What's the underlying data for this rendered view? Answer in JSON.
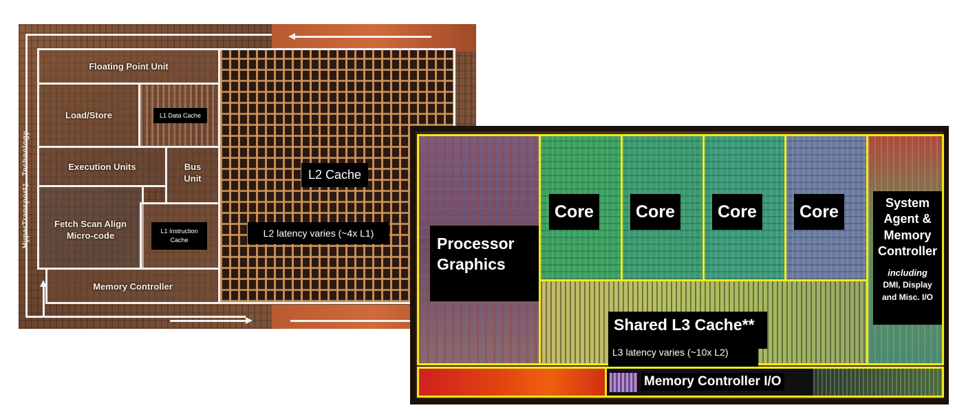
{
  "left_die": {
    "side_label": "HyperTransport™ Technology",
    "blocks": {
      "fpu": "Floating Point Unit",
      "load_store": "Load/Store",
      "l1_data": "L1 Data Cache",
      "execution_units": "Execution Units",
      "bus_unit": "Bus\nUnit",
      "fetch": "Fetch Scan Align\nMicro-code",
      "l1_instruction": "L1 Instruction\nCache",
      "memory_controller": "Memory Controller",
      "l2_cache": "L2 Cache",
      "l2_latency": "L2 latency varies (~4x L1)"
    }
  },
  "right_die": {
    "processor_graphics": "Processor\nGraphics",
    "cores": [
      "Core",
      "Core",
      "Core",
      "Core"
    ],
    "system_agent": "System\nAgent &\nMemory\nController",
    "system_agent_note_italic": "including",
    "system_agent_note": "DMI, Display\nand Misc. I/O",
    "shared_l3": "Shared L3 Cache**",
    "l3_latency": "L3 latency varies (~10x L2)",
    "memory_controller_io": "Memory Controller I/O"
  },
  "colors": {
    "left_outline": "#f2f2f2",
    "right_outline": "#f1ea1a",
    "label_bg": "#000000"
  }
}
